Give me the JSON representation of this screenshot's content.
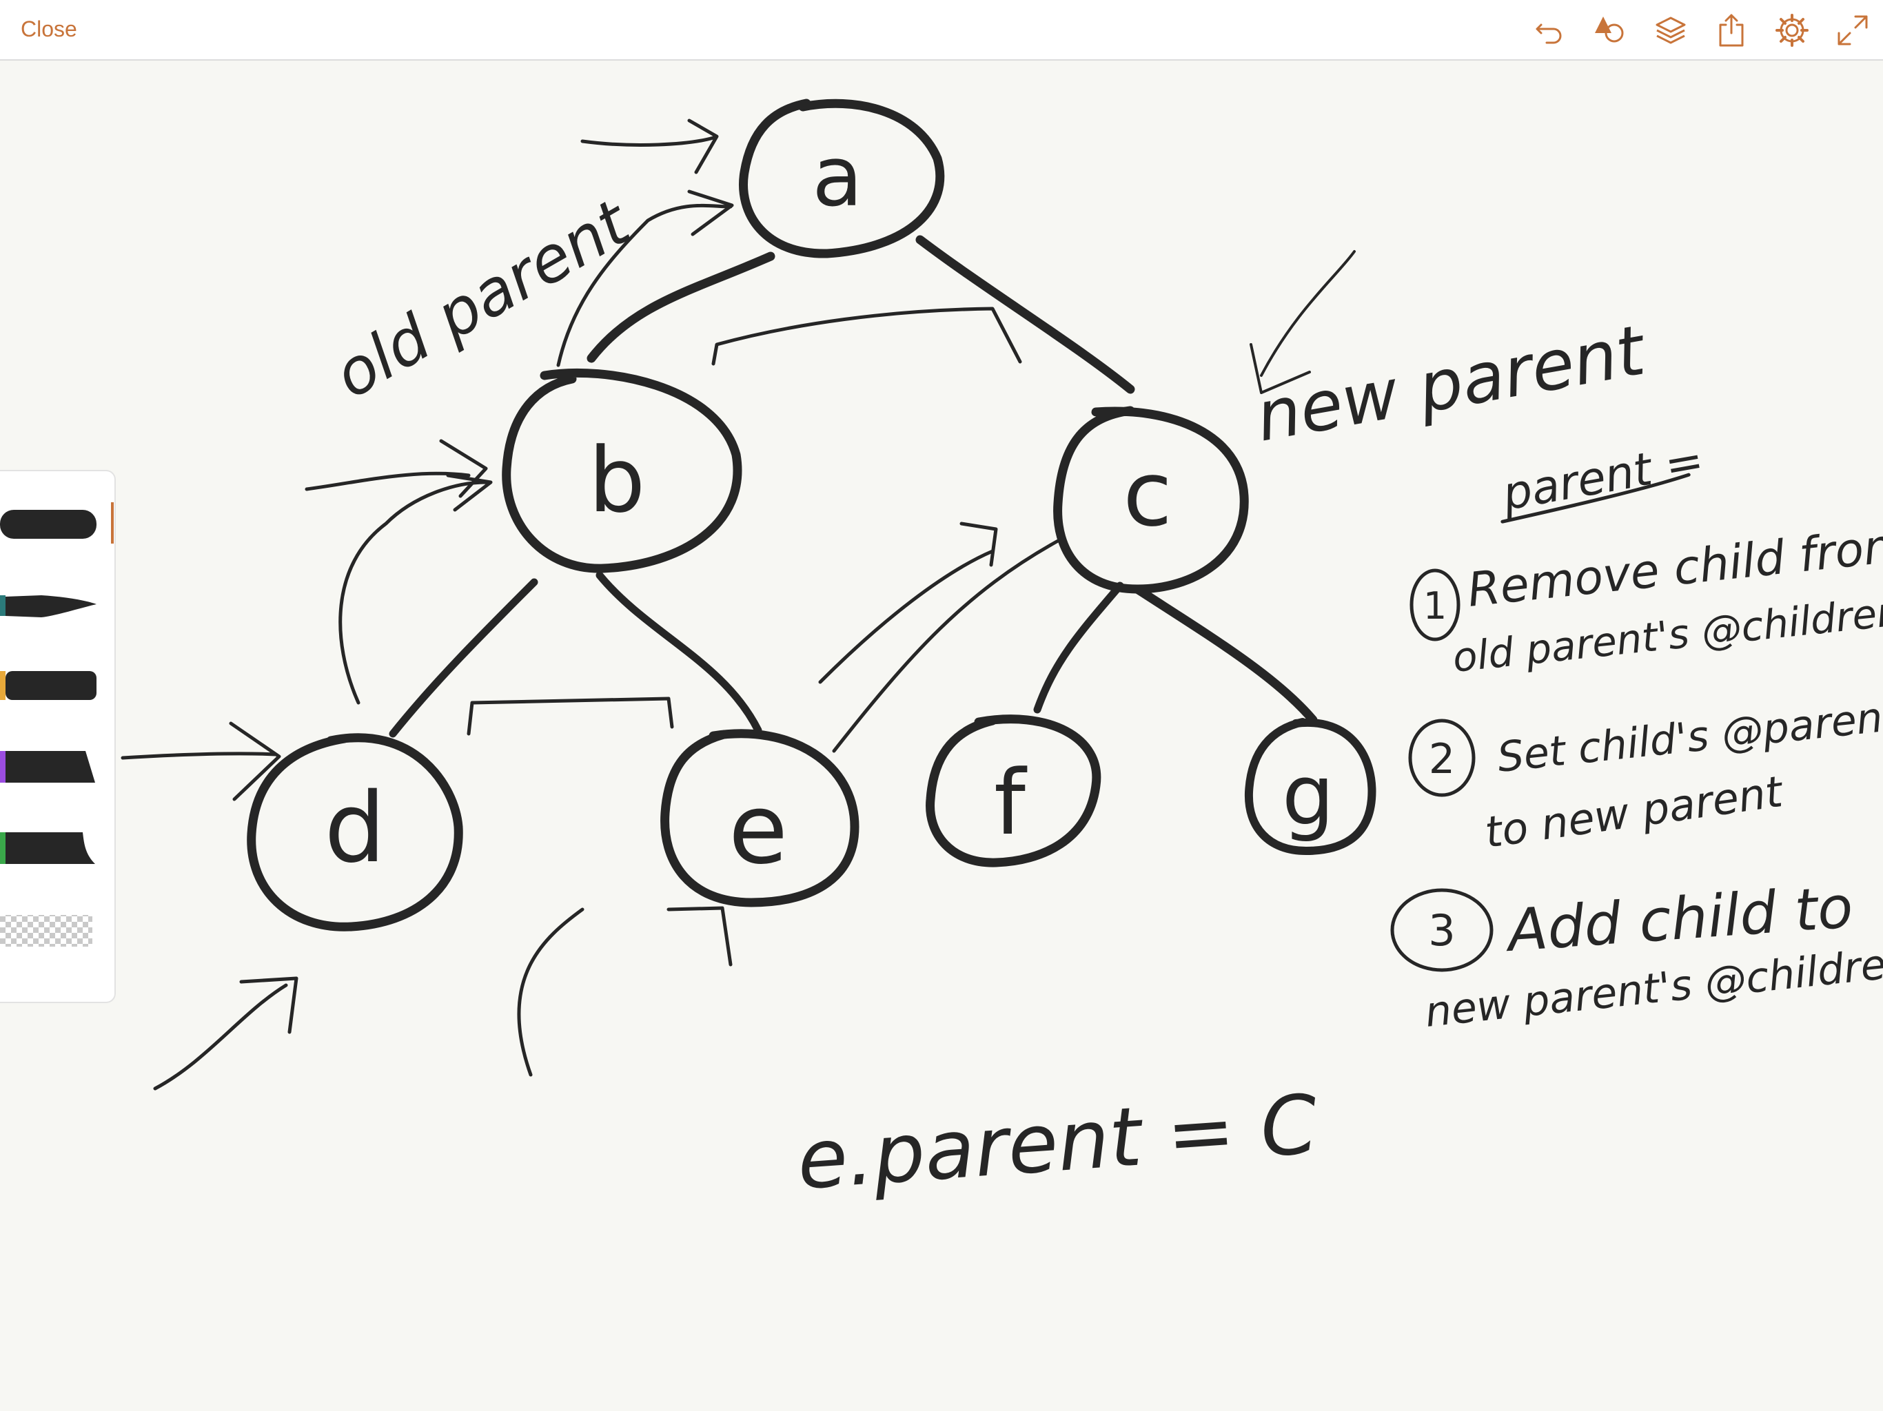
{
  "toolbar": {
    "close_label": "Close",
    "accent_color": "#c8743a",
    "icons": [
      "undo-icon",
      "shapes-icon",
      "layers-icon",
      "share-icon",
      "settings-icon",
      "fullscreen-icon"
    ]
  },
  "brushes": [
    {
      "icon": "round-brush-icon",
      "color": "#c8743a",
      "selected": true
    },
    {
      "icon": "taper-brush-icon",
      "color": "#2b7a7a",
      "selected": false
    },
    {
      "icon": "flat-brush-icon",
      "color": "#e8a93a",
      "selected": false
    },
    {
      "icon": "marker-brush-icon",
      "color": "#9b4de0",
      "selected": false
    },
    {
      "icon": "chisel-brush-icon",
      "color": "#3aa84a",
      "selected": false
    },
    {
      "icon": "eraser-icon",
      "color": "#cccccc",
      "selected": false
    }
  ],
  "drawing": {
    "nodes": [
      "a",
      "b",
      "c",
      "d",
      "e",
      "f",
      "g"
    ],
    "annotations": {
      "old_parent": "old parent",
      "new_parent": "new parent",
      "parent_eq": "parent =",
      "step1_num": "1",
      "step1_line1": "Remove child from",
      "step1_line2": "old parent's @children",
      "step2_num": "2",
      "step2_line1": "Set child's @parent",
      "step2_line2": "to new parent",
      "step3_num": "3",
      "step3_line1": "Add child to",
      "step3_line2": "new parent's @children",
      "equation": "e.parent = C"
    }
  }
}
